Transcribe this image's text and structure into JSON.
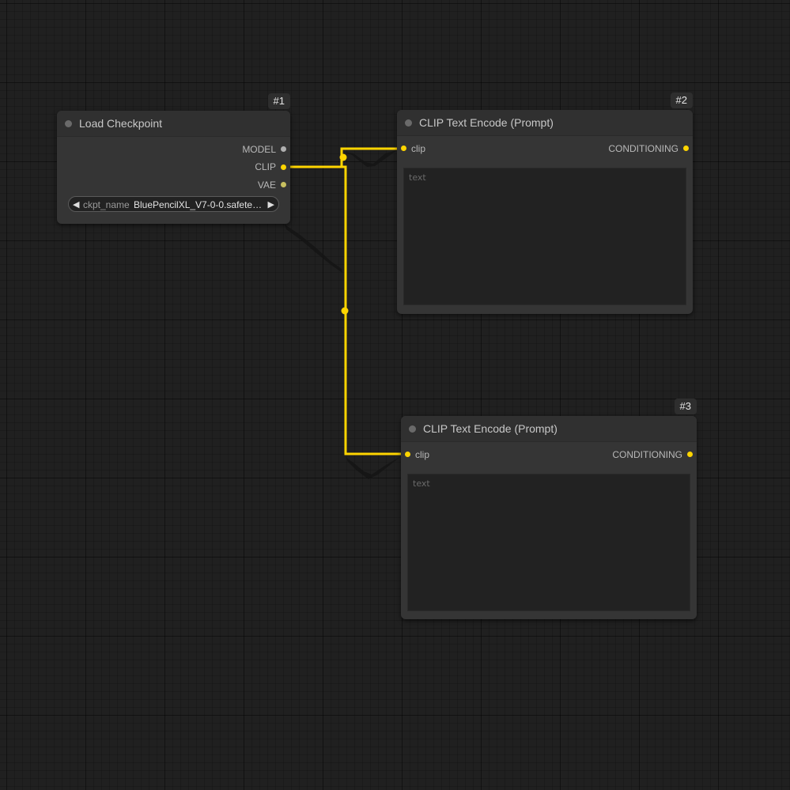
{
  "colors": {
    "canvas_bg": "#202020",
    "node_bg": "#353535",
    "link_clip": "#FFD500",
    "slot_model": "#B0B0B0",
    "slot_clip": "#FFD500",
    "slot_vae": "#C8C060",
    "slot_conditioning": "#FFD500"
  },
  "nodes": {
    "load_checkpoint": {
      "id_badge": "#1",
      "title": "Load Checkpoint",
      "outputs": {
        "model": "MODEL",
        "clip": "CLIP",
        "vae": "VAE"
      },
      "widget": {
        "label": "ckpt_name",
        "value": "BluePencilXL_V7-0-0.safete…",
        "left_arrow_icon": "triangle-left-icon",
        "right_arrow_icon": "triangle-right-icon"
      }
    },
    "clip_text_encode_1": {
      "id_badge": "#2",
      "title": "CLIP Text Encode (Prompt)",
      "input": "clip",
      "output": "CONDITIONING",
      "text_placeholder": "text",
      "text_value": ""
    },
    "clip_text_encode_2": {
      "id_badge": "#3",
      "title": "CLIP Text Encode (Prompt)",
      "input": "clip",
      "output": "CONDITIONING",
      "text_placeholder": "text",
      "text_value": ""
    }
  }
}
